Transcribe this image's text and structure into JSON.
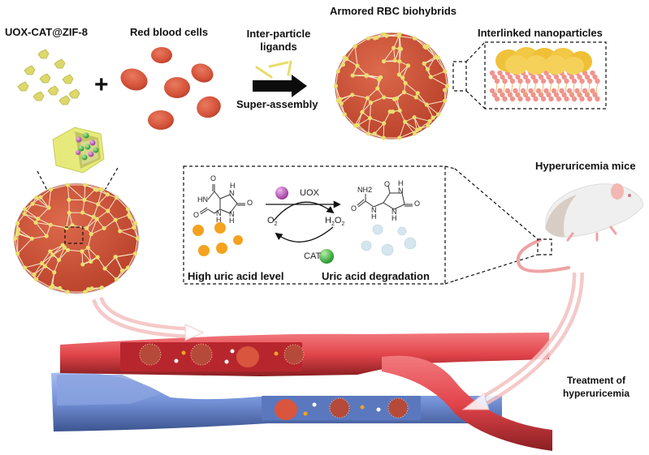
{
  "labels": {
    "uox_cat_zif": "UOX-CAT@ZIF-8",
    "red_blood_cells": "Red blood cells",
    "plus": "+",
    "ligands_line1": "Inter-particle",
    "ligands_line2": "ligands",
    "super_assembly": "Super-assembly",
    "armored_rbc": "Armored  RBC biohybrids",
    "interlinked": "Interlinked nanoparticles",
    "hyperuricemia_mice": "Hyperuricemia mice",
    "high_uric": "High uric acid level",
    "uric_degradation": "Uric acid degradation",
    "uox": "UOX",
    "cat": "CAT",
    "o2": "O",
    "o2_sub": "2",
    "h2o2_h": "H",
    "h2o2_sub1": "2",
    "h2o2_o": "O",
    "h2o2_sub2": "2",
    "treatment_line1": "Treatment of",
    "treatment_line2": "hyperuricemia"
  },
  "chem": {
    "uric_acid_atoms": [
      "O",
      "HN",
      "O",
      "N",
      "H",
      "H",
      "N",
      "O",
      "N",
      "H"
    ],
    "allantoin_atoms": [
      "NH2",
      "O",
      "N",
      "H",
      "H",
      "N",
      "O",
      "O",
      "N",
      "H"
    ]
  },
  "colors": {
    "rbc": "#d9573f",
    "zif": "#e6e27a",
    "artery": "#e0434a",
    "vein": "#6f8fd3",
    "uox_sphere": "#b44fb3",
    "cat_sphere": "#3fb043",
    "uric_particle": "#f4a21f",
    "degraded_particle": "#cfe2ec"
  }
}
